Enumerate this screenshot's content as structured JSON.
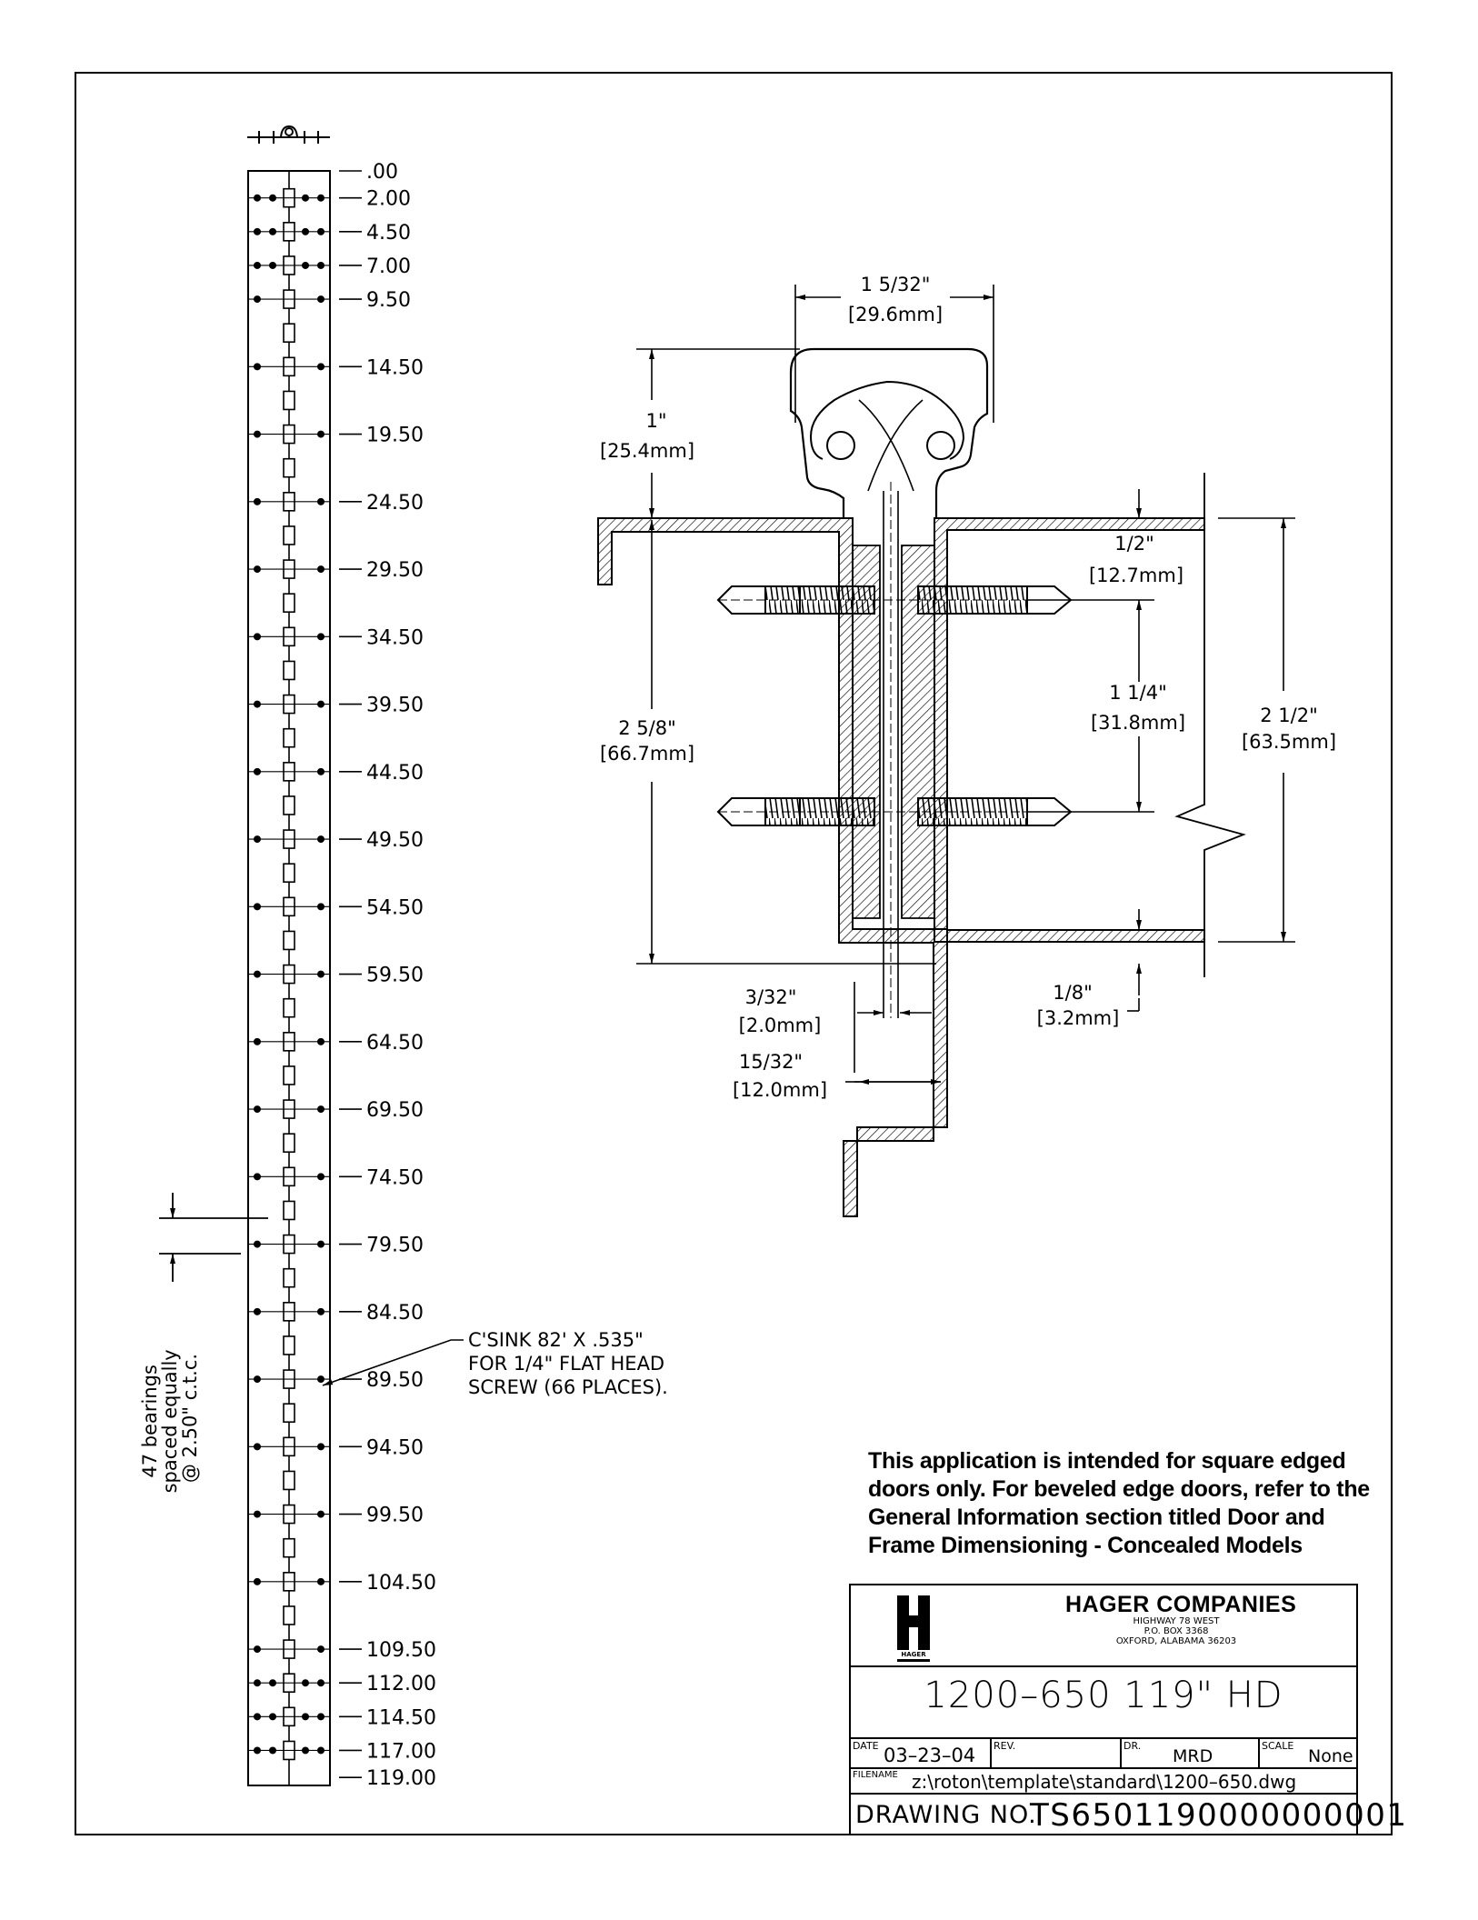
{
  "strip": {
    "stations": [
      ".00",
      "2.00",
      "4.50",
      "7.00",
      "9.50",
      "14.50",
      "19.50",
      "24.50",
      "29.50",
      "34.50",
      "39.50",
      "44.50",
      "49.50",
      "54.50",
      "59.50",
      "64.50",
      "69.50",
      "74.50",
      "79.50",
      "84.50",
      "89.50",
      "94.50",
      "99.50",
      "104.50",
      "109.50",
      "112.00",
      "114.50",
      "117.00",
      "119.00"
    ],
    "bearings_note": [
      "47 bearings",
      "spaced equally",
      "@ 2.50\" c.t.c."
    ],
    "csink_note": [
      "C'SINK 82' X .535\"",
      "FOR 1/4\" FLAT HEAD",
      "SCREW (66 PLACES)."
    ]
  },
  "section": {
    "dims": {
      "width_in": "1  5/32\"",
      "width_mm": "[29.6mm]",
      "knuckle_in": "1\"",
      "knuckle_mm": "[25.4mm]",
      "leaf_in": "2  5/8\"",
      "leaf_mm": "[66.7mm]",
      "half_in": "1/2\"",
      "half_mm": "[12.7mm]",
      "screw_in": "1  1/4\"",
      "screw_mm": "[31.8mm]",
      "door_in": "2  1/2\"",
      "door_mm": "[63.5mm]",
      "gap_in": "3/32\"",
      "gap_mm": "[2.0mm]",
      "eighth_in": "1/8\"",
      "eighth_mm": "[3.2mm]",
      "depth_in": "15/32\"",
      "depth_mm": "[12.0mm]"
    }
  },
  "note_lines": [
    "This application is intended for square edged",
    "doors only.  For beveled edge doors, refer to the",
    "General Information section titled Door and",
    "Frame Dimensioning - Concealed Models"
  ],
  "title_block": {
    "logo_text": "HAGER",
    "company": "HAGER COMPANIES",
    "address": [
      "HIGHWAY 78 WEST",
      "P.O. BOX 3368",
      "OXFORD, ALABAMA 36203"
    ],
    "model": "1200–650  119\"  HD",
    "date_label": "DATE",
    "date": "03–23–04",
    "rev_label": "REV.",
    "dr_label": "DR.",
    "dr": "MRD",
    "scale_label": "SCALE",
    "scale": "None",
    "filename_label": "FILENAME",
    "filename": "z:\\roton\\template\\standard\\1200–650.dwg",
    "drawing_no_label": "DRAWING NO.",
    "drawing_no": "TS6501190000000001"
  }
}
